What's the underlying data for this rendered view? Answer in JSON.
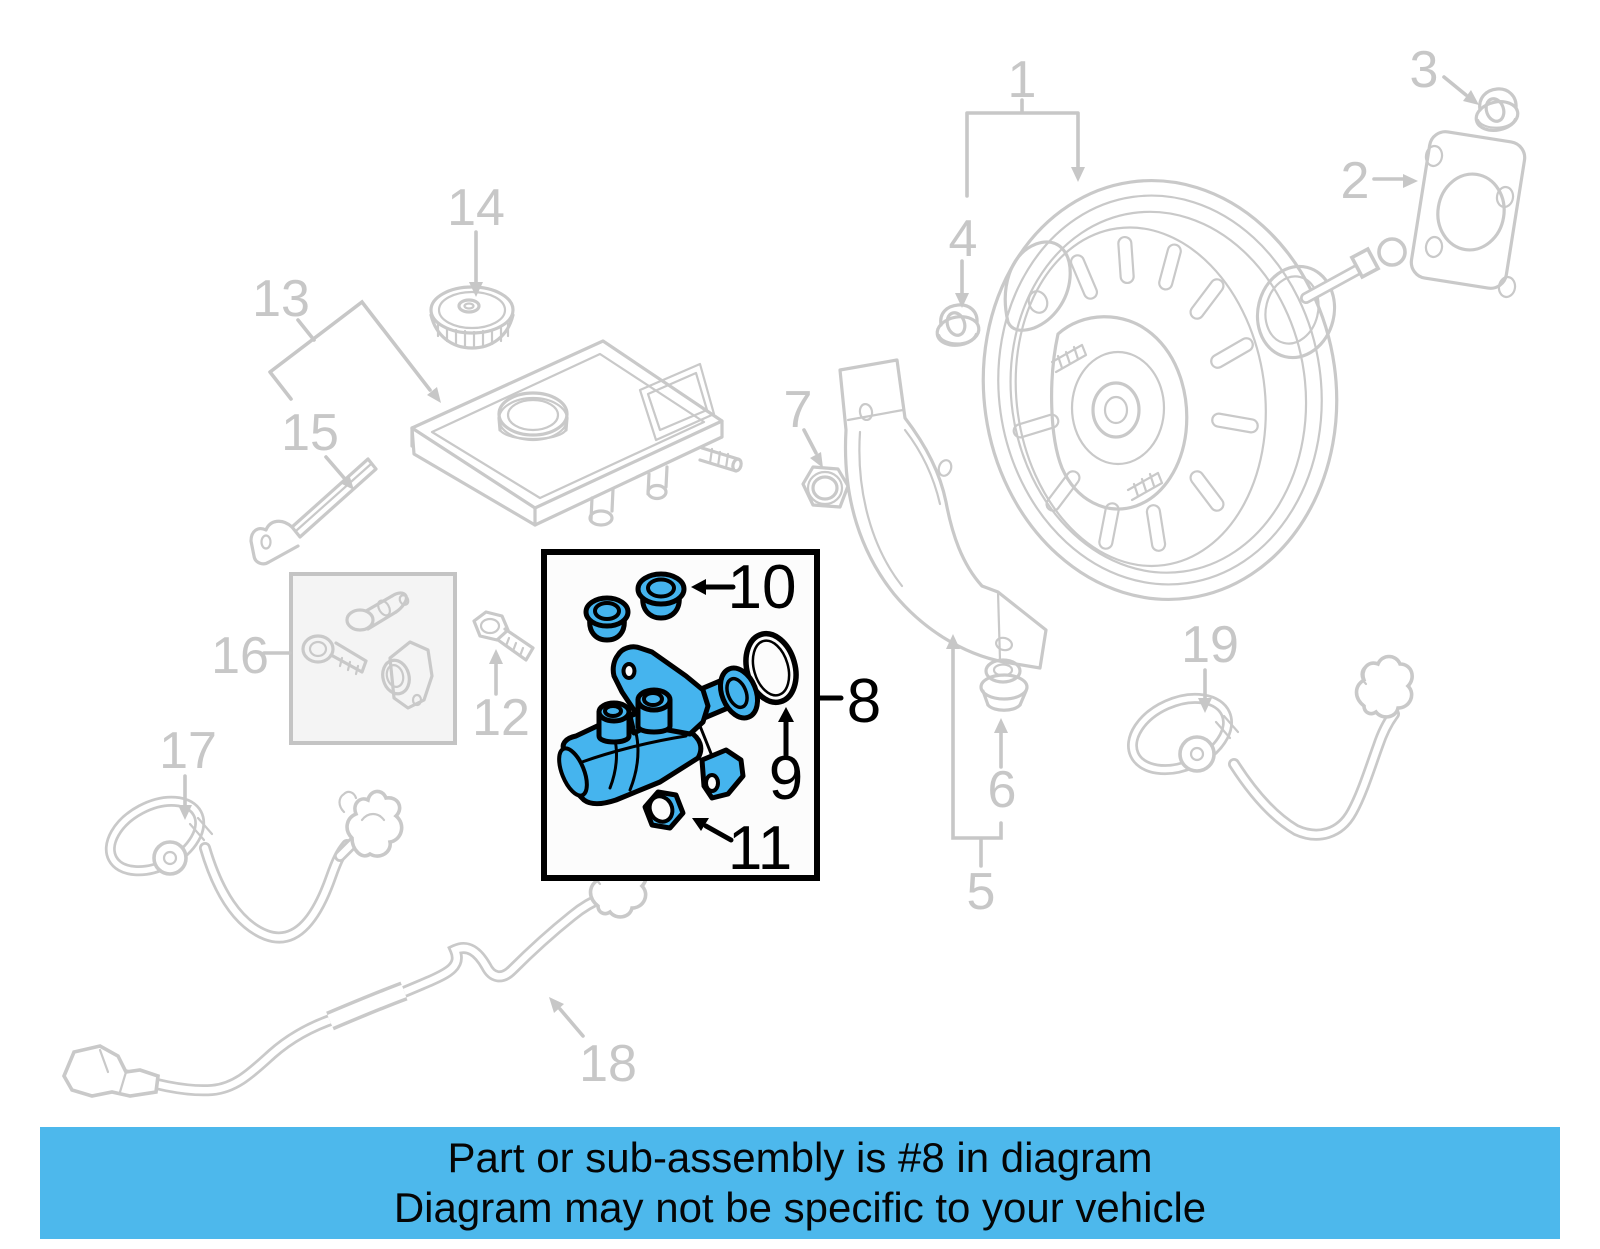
{
  "banner": {
    "line1": "Part or sub-assembly is #8 in diagram",
    "line2": "Diagram may not be specific to your vehicle"
  },
  "colors": {
    "highlight_blue": "#45b4ee",
    "banner_blue": "#4db8ec",
    "line_art_gray": "#c9c9c9",
    "outline_black": "#000000",
    "highlight_box_bg": "#fcfcfc",
    "page_bg": "#ffffff"
  },
  "callouts": {
    "c1": "1",
    "c2": "2",
    "c3": "3",
    "c4": "4",
    "c5": "5",
    "c6": "6",
    "c7": "7",
    "c8": "8",
    "c9": "9",
    "c10": "10",
    "c11": "11",
    "c12": "12",
    "c13": "13",
    "c14": "14",
    "c15": "15",
    "c16": "16",
    "c17": "17",
    "c18": "18",
    "c19": "19"
  }
}
